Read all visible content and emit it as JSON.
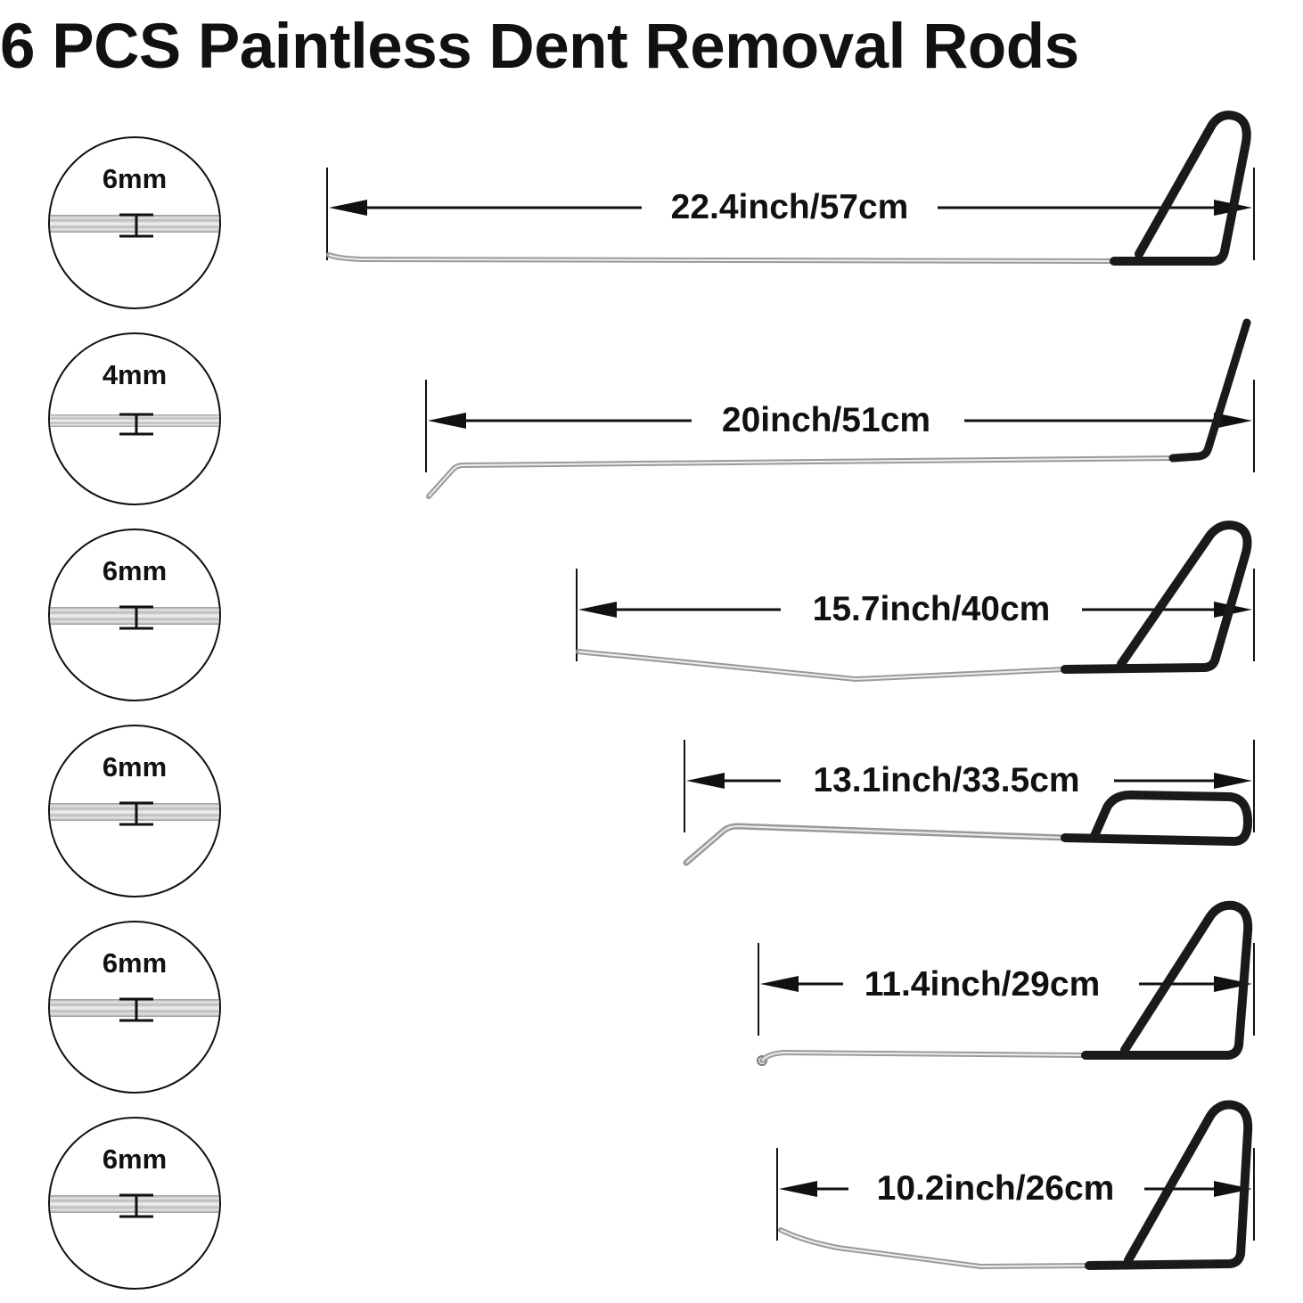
{
  "title": "6 PCS Paintless Dent Removal Rods",
  "rods": [
    {
      "diameter": "6mm",
      "length": "22.4inch/57cm"
    },
    {
      "diameter": "4mm",
      "length": "20inch/51cm"
    },
    {
      "diameter": "6mm",
      "length": "15.7inch/40cm"
    },
    {
      "diameter": "6mm",
      "length": "13.1inch/33.5cm"
    },
    {
      "diameter": "6mm",
      "length": "11.4inch/29cm"
    },
    {
      "diameter": "6mm",
      "length": "10.2inch/26cm"
    }
  ],
  "colors": {
    "handle": "#1a1a1a",
    "rod": "#c8c8c8",
    "text": "#111111"
  }
}
